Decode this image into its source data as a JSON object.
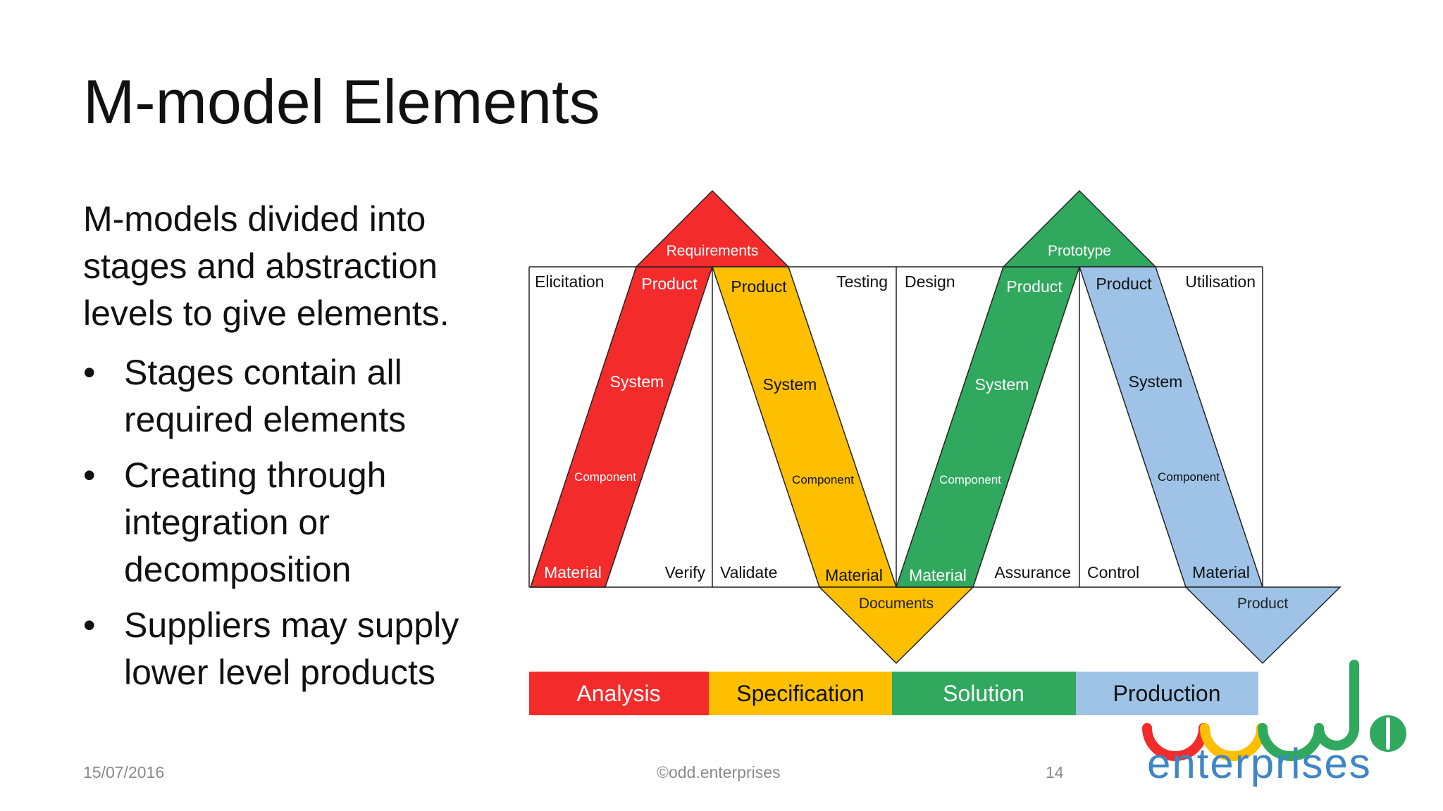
{
  "slide": {
    "title": "M-model Elements",
    "intro": "M-models divided into stages and abstraction levels to give elements.",
    "bullets": [
      {
        "text": "Stages contain all required elements"
      },
      {
        "text": "Creating through integration or decomposition"
      },
      {
        "text": "Suppliers may supply lower level products"
      }
    ],
    "bullet_symbol": "•"
  },
  "diagram": {
    "colors": {
      "red": "#f42b2b",
      "yellow": "#fdbf00",
      "green": "#30a95e",
      "blue": "#9ec3e6"
    },
    "peak_labels": {
      "requirements": "Requirements",
      "prototype": "Prototype"
    },
    "valley_labels": {
      "documents": "Documents",
      "product": "Product"
    },
    "corner_labels": {
      "elicitation": "Elicitation",
      "testing": "Testing",
      "design": "Design",
      "utilisation": "Utilisation",
      "verify": "Verify",
      "validate": "Validate",
      "assurance": "Assurance",
      "control": "Control"
    },
    "band_labels": {
      "red": {
        "product": "Product",
        "system": "System",
        "component": "Component",
        "material": "Material"
      },
      "yellow": {
        "product": "Product",
        "system": "System",
        "component": "Component",
        "material": "Material"
      },
      "green": {
        "product": "Product",
        "system": "System",
        "component": "Component",
        "material": "Material"
      },
      "blue": {
        "product": "Product",
        "system": "System",
        "component": "Component",
        "material": "Material"
      }
    },
    "stages": [
      {
        "label": "Analysis",
        "color": "#f42b2b"
      },
      {
        "label": "Specification",
        "color": "#fdbf00"
      },
      {
        "label": "Solution",
        "color": "#30a95e"
      },
      {
        "label": "Production",
        "color": "#9ec3e6"
      }
    ]
  },
  "footer": {
    "date": "15/07/2016",
    "copyright": "©odd.enterprises",
    "page": "14"
  },
  "logo": {
    "text": "enterprises"
  }
}
